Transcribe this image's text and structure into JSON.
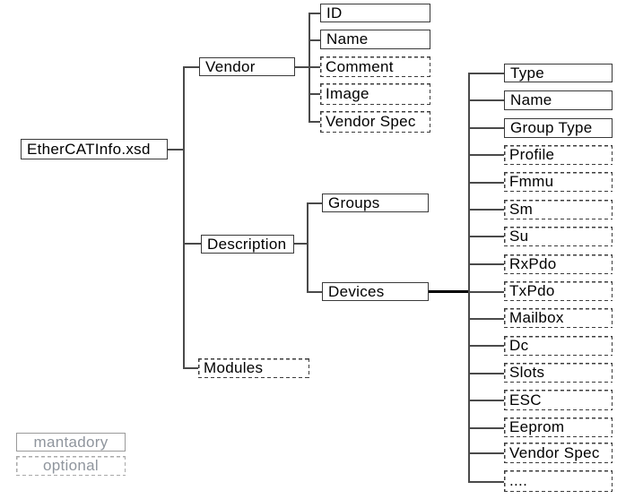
{
  "diagram": {
    "root": {
      "label": "EtherCATInfo.xsd",
      "style": "mandatory"
    },
    "level1": [
      {
        "label": "Vendor",
        "style": "mandatory"
      },
      {
        "label": "Description",
        "style": "mandatory"
      },
      {
        "label": "Modules",
        "style": "optional"
      }
    ],
    "vendor_children": [
      {
        "label": "ID",
        "style": "mandatory"
      },
      {
        "label": "Name",
        "style": "mandatory"
      },
      {
        "label": "Comment",
        "style": "optional"
      },
      {
        "label": "Image",
        "style": "optional"
      },
      {
        "label": "Vendor Spec",
        "style": "optional"
      }
    ],
    "description_children": [
      {
        "label": "Groups",
        "style": "mandatory"
      },
      {
        "label": "Devices",
        "style": "mandatory"
      }
    ],
    "devices_children": [
      {
        "label": "Type",
        "style": "mandatory"
      },
      {
        "label": "Name",
        "style": "mandatory"
      },
      {
        "label": "Group Type",
        "style": "mandatory"
      },
      {
        "label": "Profile",
        "style": "optional"
      },
      {
        "label": "Fmmu",
        "style": "optional"
      },
      {
        "label": "Sm",
        "style": "optional"
      },
      {
        "label": "Su",
        "style": "optional"
      },
      {
        "label": "RxPdo",
        "style": "optional"
      },
      {
        "label": "TxPdo",
        "style": "optional"
      },
      {
        "label": "Mailbox",
        "style": "optional"
      },
      {
        "label": "Dc",
        "style": "optional"
      },
      {
        "label": "Slots",
        "style": "optional"
      },
      {
        "label": "ESC",
        "style": "optional"
      },
      {
        "label": "Eeprom",
        "style": "optional"
      },
      {
        "label": "Vendor Spec",
        "style": "optional"
      },
      {
        "label": "....",
        "style": "optional"
      }
    ],
    "legend": {
      "mandatory_label": "mantadory",
      "optional_label": "optional"
    },
    "colors": {
      "node_border": "#3a3a3a",
      "connector": "#4a4a4a",
      "legend_border": "#9a9a9a",
      "legend_text": "#8f959d",
      "text": "#000000",
      "background": "#ffffff"
    }
  }
}
